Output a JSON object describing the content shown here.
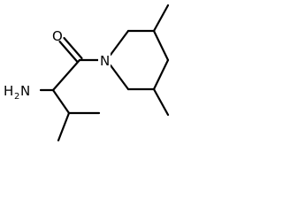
{
  "molecule": {
    "atoms": {
      "oxygen": "O",
      "nitrogen": "N",
      "amine_main": "H",
      "amine_sub": "2",
      "amine_n": "N"
    }
  }
}
